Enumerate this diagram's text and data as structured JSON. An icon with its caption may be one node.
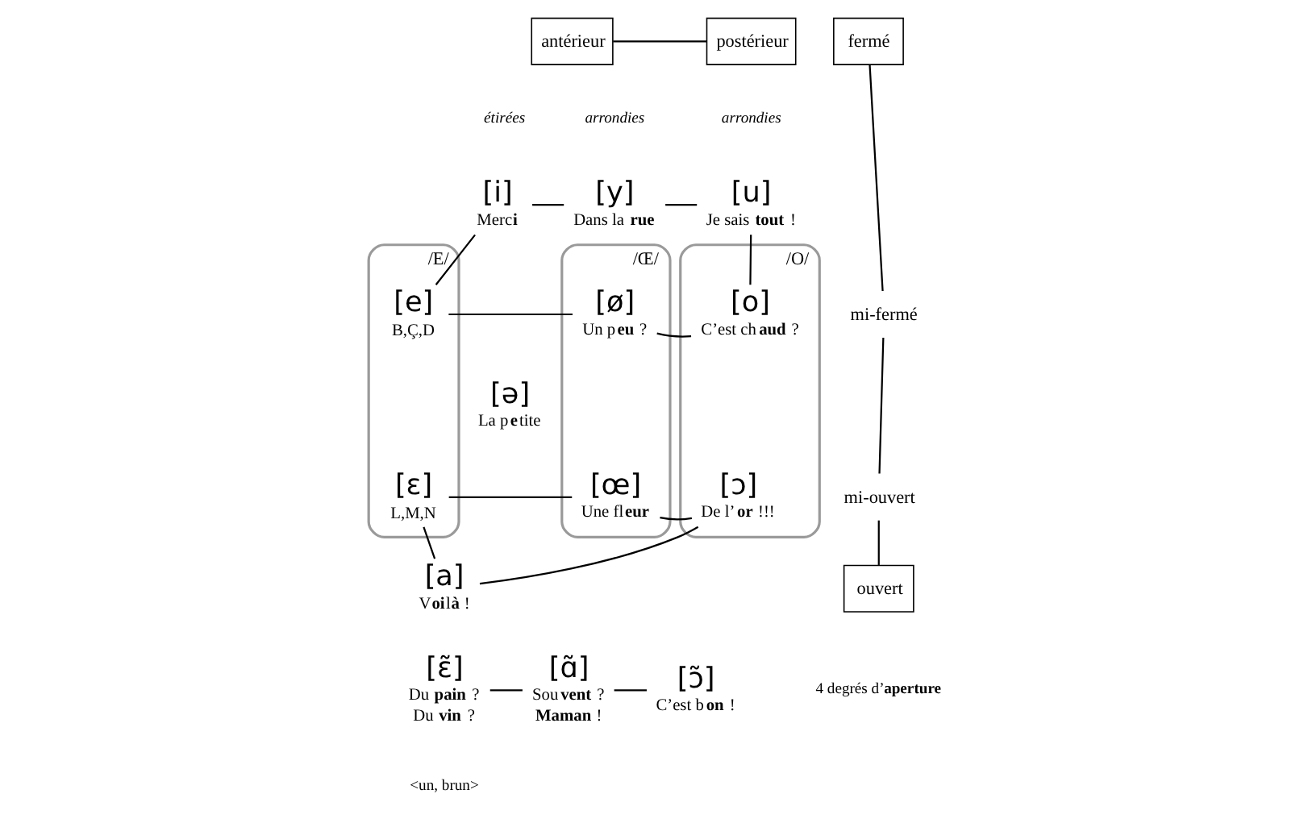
{
  "diagram": {
    "nodes": [
      {
        "text": [
          "antérieur"
        ]
      },
      {
        "text": [
          "postérieur"
        ]
      },
      {
        "text": [
          "[i]"
        ],
        "beside": [
          "Merc**i**"
        ]
      },
      {
        "text": [
          "[y]"
        ],
        "beside": [
          "Dans la **rue**"
        ]
      },
      {
        "text": [
          "[u]"
        ],
        "beside": [
          "Je sais **tout** !"
        ]
      },
      {
        "text": [
          "/E/"
        ]
      },
      {
        "text": [
          "[e]"
        ],
        "beside": [
          "B,Ç,D"
        ],
        "in": 5
      },
      {
        "text": [
          "[ɛ]"
        ],
        "beside": [
          "L,M,N"
        ],
        "in": 5
      },
      {
        "text": [
          "/Œ/"
        ]
      },
      {
        "text": [
          "[ø]"
        ],
        "beside": [
          "Un p**eu** ?"
        ],
        "in": 8
      },
      {
        "text": [
          "[œ]"
        ],
        "beside": [
          "Une fl**eur**"
        ],
        "in": 8
      },
      {
        "text": [
          "[ə]"
        ],
        "beside": [
          "La p**e**tite"
        ]
      },
      {
        "text": [
          "/O/"
        ]
      },
      {
        "text": [
          "[o]"
        ],
        "beside": [
          "C’est ch**aud** ?"
        ],
        "in": 12
      },
      {
        "text": [
          "[ɔ]"
        ],
        "beside": [
          "De l’**or** !!!"
        ],
        "in": 12
      },
      {
        "text": [
          "[a]"
        ],
        "beside": [
          "V**oi**l**à** !"
        ]
      },
      {
        "text": [
          "[ɛ̃]"
        ],
        "beside": [
          "Du **pain** ?",
          "Du **vin** ?"
        ]
      },
      {
        "text": [
          "[ɑ̃]"
        ],
        "beside": [
          "Sou**vent** ?",
          "**Maman** !"
        ]
      },
      {
        "text": [
          "[ɔ̃]"
        ],
        "beside": [
          "C’est b**on** !"
        ]
      },
      {
        "text": [
          "fermé"
        ]
      },
      {
        "text": [
          "mi-fermé"
        ]
      },
      {
        "text": [
          "mi-ouvert"
        ]
      },
      {
        "text": [
          "ouvert"
        ]
      }
    ],
    "edges": [
      {
        "from": 0,
        "to": 1,
        "arrow": "none"
      },
      {
        "from": 2,
        "to": 3,
        "arrow": "none"
      },
      {
        "from": 3,
        "to": 4,
        "arrow": "none"
      },
      {
        "from": 2,
        "to": 6,
        "arrow": "none"
      },
      {
        "from": 4,
        "to": 13,
        "arrow": "none"
      },
      {
        "from": 6,
        "to": 9,
        "arrow": "none"
      },
      {
        "from": 9,
        "to": 13,
        "arrow": "none"
      },
      {
        "from": 7,
        "to": 10,
        "arrow": "none"
      },
      {
        "from": 10,
        "to": 14,
        "arrow": "none"
      },
      {
        "from": 7,
        "to": 15,
        "arrow": "none"
      },
      {
        "from": 15,
        "to": 14,
        "arrow": "none"
      },
      {
        "from": 16,
        "to": 17,
        "arrow": "none"
      },
      {
        "from": 17,
        "to": 18,
        "arrow": "none"
      },
      {
        "from": 19,
        "to": 20,
        "arrow": "none"
      },
      {
        "from": 20,
        "to": 21,
        "arrow": "none"
      },
      {
        "from": 21,
        "to": 22,
        "arrow": "none"
      }
    ],
    "labels": [
      "étirées",
      "arrondies",
      "arrondies",
      "<un, brun>",
      "4 degrés d’**aperture**"
    ]
  }
}
